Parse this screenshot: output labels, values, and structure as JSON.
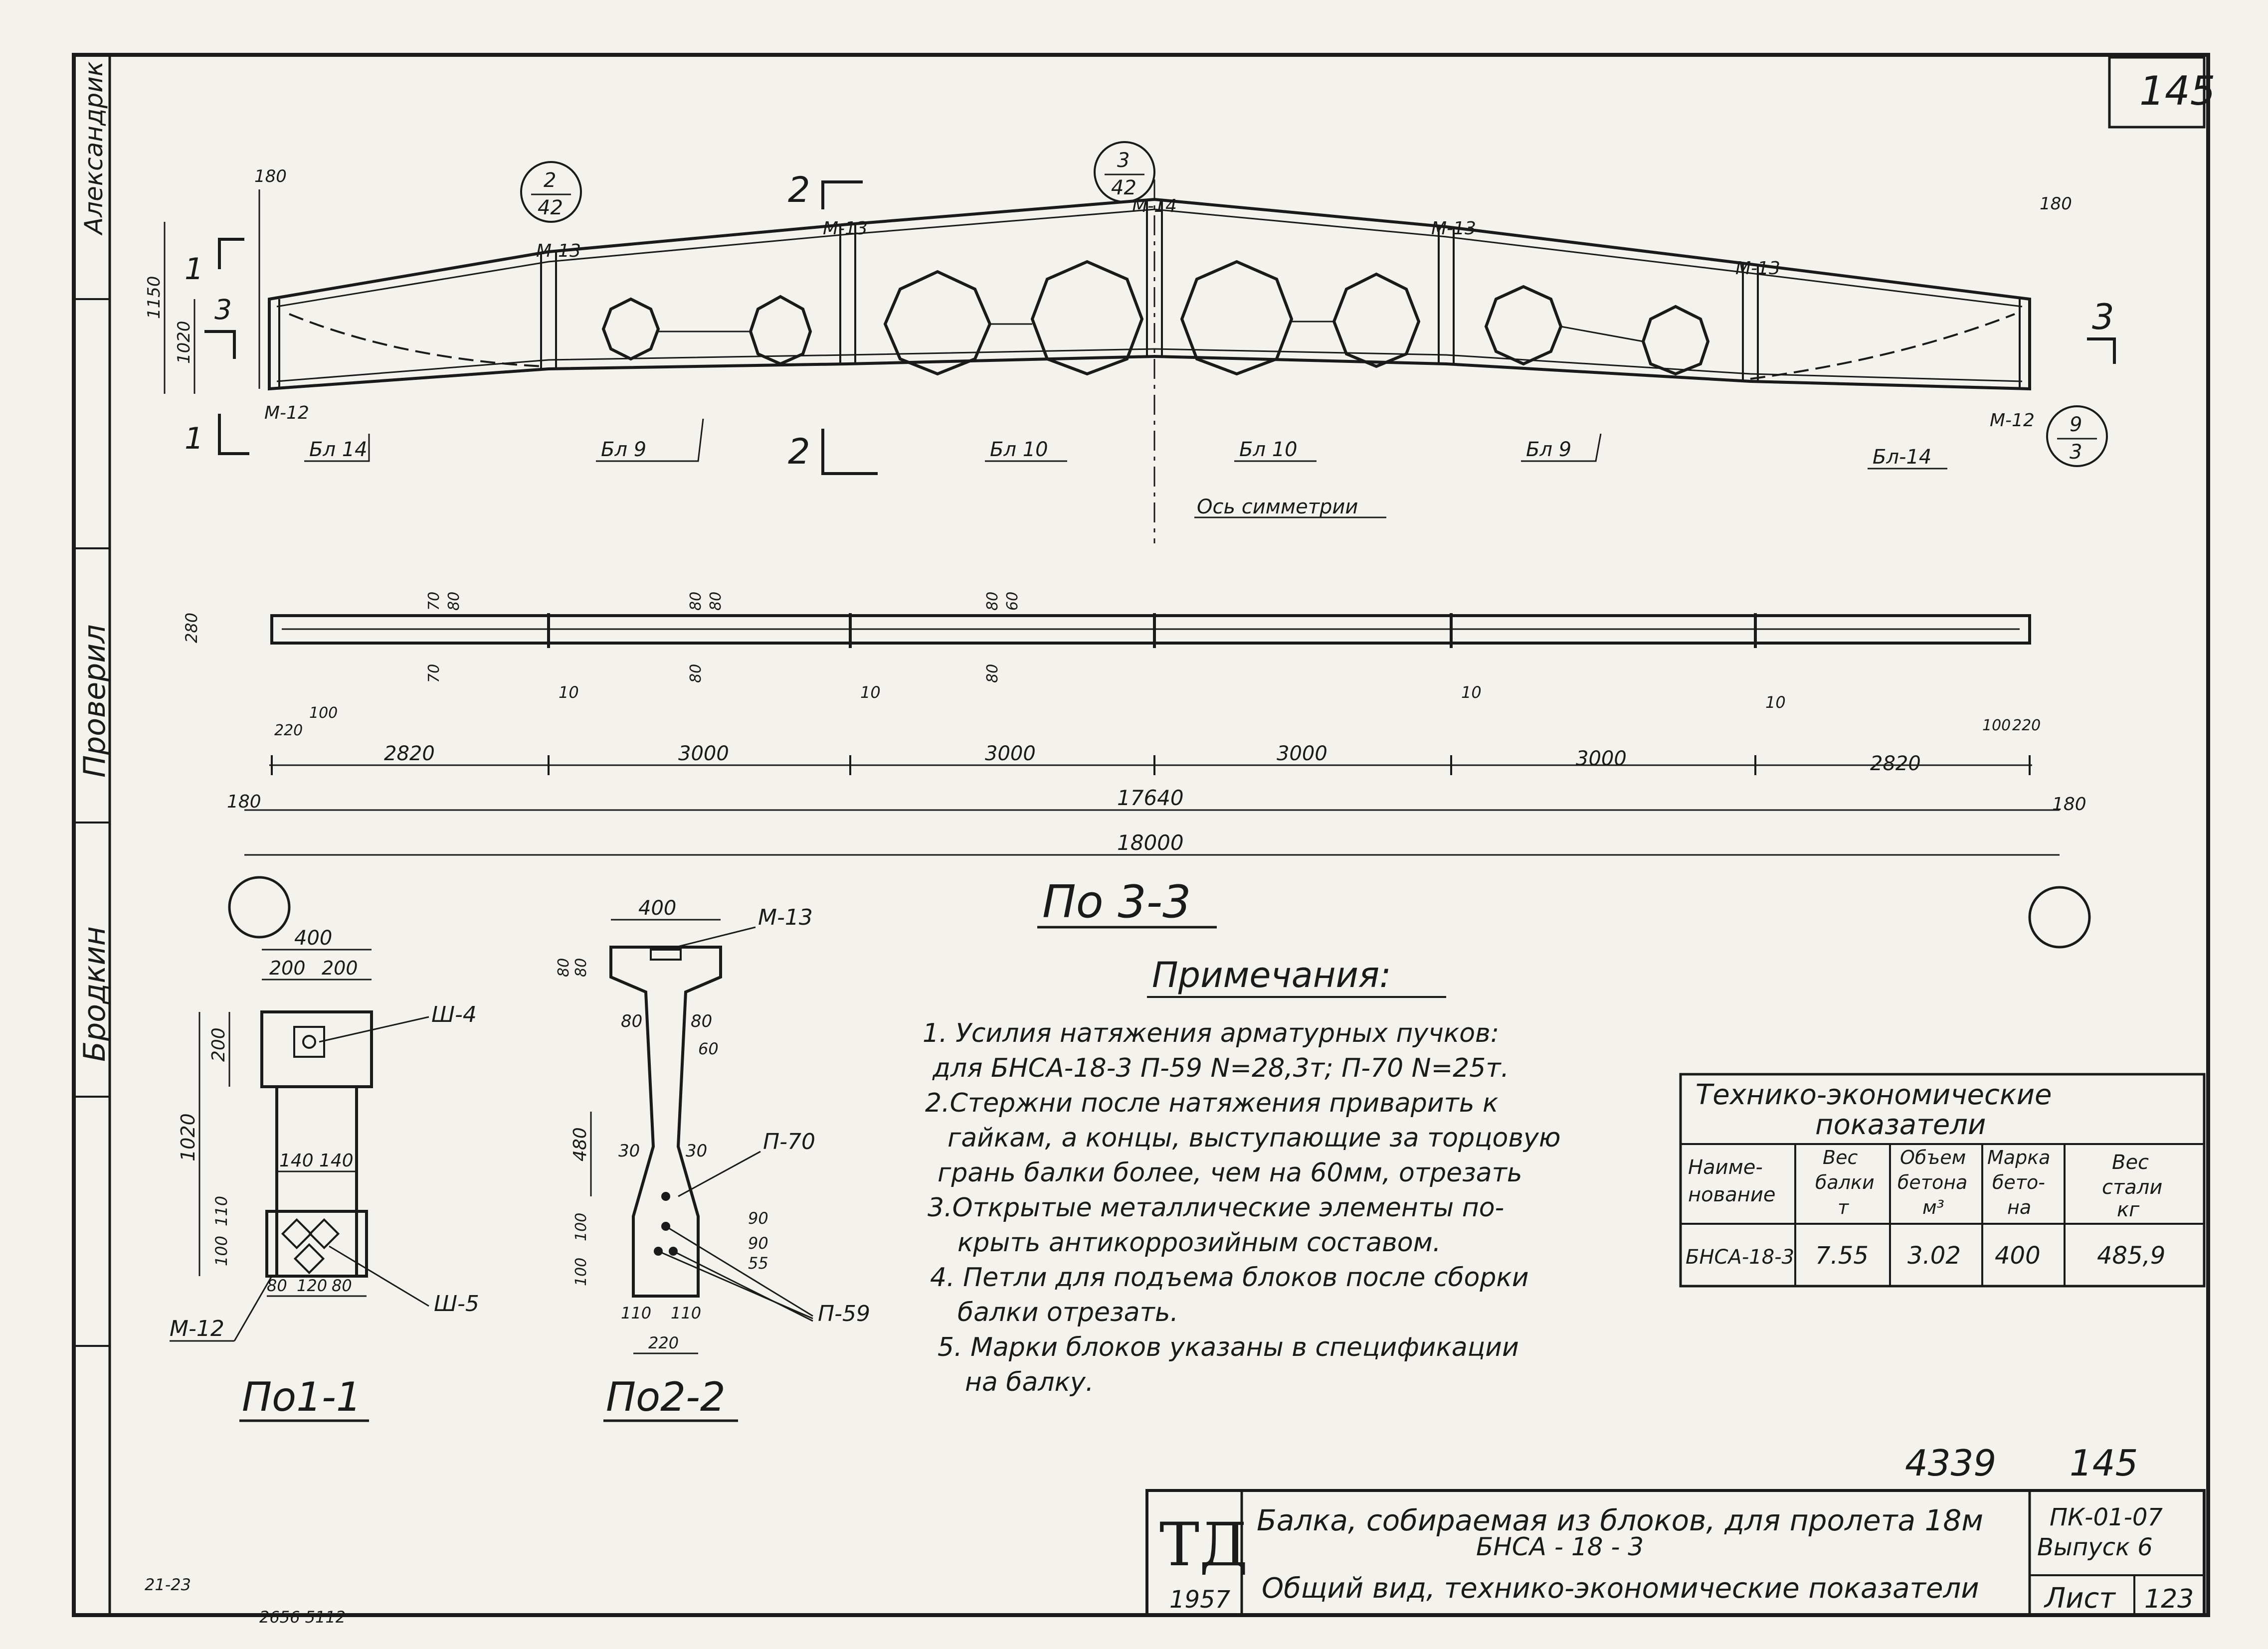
{
  "sheet": {
    "number": "145",
    "stamp_number": "4339",
    "stamp_sheet": "145"
  },
  "side_stamp": {
    "entries": [
      "Александрик",
      "Проверил",
      "Бродкин"
    ]
  },
  "marks": {
    "m12_left": "М-12",
    "m13_1": "М-13",
    "m13_2": "М-13",
    "m14": "М-14",
    "m13_3": "М-13",
    "m13_4": "М-13",
    "m12_right": "М-12"
  },
  "section_markers": {
    "s1": "1",
    "s1b": "1",
    "s2": "2",
    "s2b": "2",
    "s3": "3",
    "s3b": "3",
    "ref_2_42_top": "2",
    "ref_2_42_bot": "42",
    "ref_3_42_top": "3",
    "ref_3_42_bot": "42",
    "ref_9_3_top": "9",
    "ref_9_3_bot": "3"
  },
  "block_labels": [
    "Бл 14",
    "Бл 9",
    "Бл 10",
    "Бл 10",
    "Бл 9",
    "Бл-14"
  ],
  "axis_label": "Ось симметрии",
  "elevation_dims": {
    "d180_left": "180",
    "d180_right": "180",
    "h1150": "1150",
    "h1020": "1020"
  },
  "plan_dims": {
    "h280": "280",
    "d70a": "70",
    "d80a": "80",
    "d70b": "70",
    "d80b": "80",
    "d80c": "80",
    "d80d": "80",
    "d80e": "80",
    "d60": "60",
    "d80f": "80",
    "d10_1": "10",
    "d10_2": "10",
    "d10_3": "10",
    "d10_4": "10",
    "d100_l": "100",
    "d220_l": "220",
    "d100_r": "100",
    "d220_r": "220",
    "spans": [
      "2820",
      "3000",
      "3000",
      "3000",
      "3000",
      "2820"
    ],
    "d180_l": "180",
    "d180_r": "180",
    "total_inner": "17640",
    "total": "18000"
  },
  "plan_title": "По 3-3",
  "section1": {
    "title": "По1-1",
    "w400": "400",
    "w200a": "200",
    "w200b": "200",
    "h200": "200",
    "h1020": "1020",
    "w140a": "140",
    "w140b": "140",
    "h100": "100",
    "h110": "110",
    "b80a": "80",
    "b120": "120",
    "b80b": "80",
    "sh4": "Ш-4",
    "sh5": "Ш-5",
    "m12": "М-12"
  },
  "section2": {
    "title": "По2-2",
    "w400": "400",
    "m13": "М-13",
    "h80a": "80",
    "h80b": "80",
    "d80l": "80",
    "d80r": "80",
    "d60": "60",
    "h480": "480",
    "d30": "30",
    "d30r": "30",
    "p70": "П-70",
    "h100a": "100",
    "h100b": "100",
    "d90a": "90",
    "d90b": "90",
    "d55": "55",
    "b110a": "110",
    "b110b": "110",
    "b220": "220",
    "p59": "П-59"
  },
  "notes": {
    "title": "Примечания:",
    "lines": [
      "1. Усилия натяжения арматурных пучков:",
      "для БНСА-18-3  П-59 N=28,3т; П-70 N=25т.",
      "2.Стержни после натяжения приварить к",
      "гайкам, а концы, выступающие за торцовую",
      "грань балки более, чем на 60мм, отрезать",
      "3.Открытые металлические элементы по-",
      "крыть антикоррозийным составом.",
      "4. Петли для подъема блоков после сборки",
      "балки отрезать.",
      "5. Марки блоков указаны в спецификации",
      "на балку."
    ]
  },
  "tech_table": {
    "title1": "Технико-экономические",
    "title2": "показатели",
    "headers": [
      [
        "Наиме-",
        "нование"
      ],
      [
        "Вес",
        "балки",
        "т"
      ],
      [
        "Объем",
        "бетона",
        "м³"
      ],
      [
        "Марка",
        "бето-",
        "на"
      ],
      [
        "Вес",
        "стали",
        "кг"
      ]
    ],
    "row": [
      "БНСА-18-3",
      "7.55",
      "3.02",
      "400",
      "485,9"
    ]
  },
  "title_block": {
    "logo": "ТД",
    "year": "1957",
    "title_line1": "Балка, собираемая из блоков, для пролета 18м",
    "title_line2": "БНСА - 18 - 3",
    "title_line3": "Общий вид, технико-экономические показатели",
    "code": "ПК-01-07",
    "issue": "Выпуск 6",
    "sheet_label": "Лист",
    "sheet_no": "123"
  },
  "corner_notes": [
    "21-23",
    "2656 5112"
  ]
}
